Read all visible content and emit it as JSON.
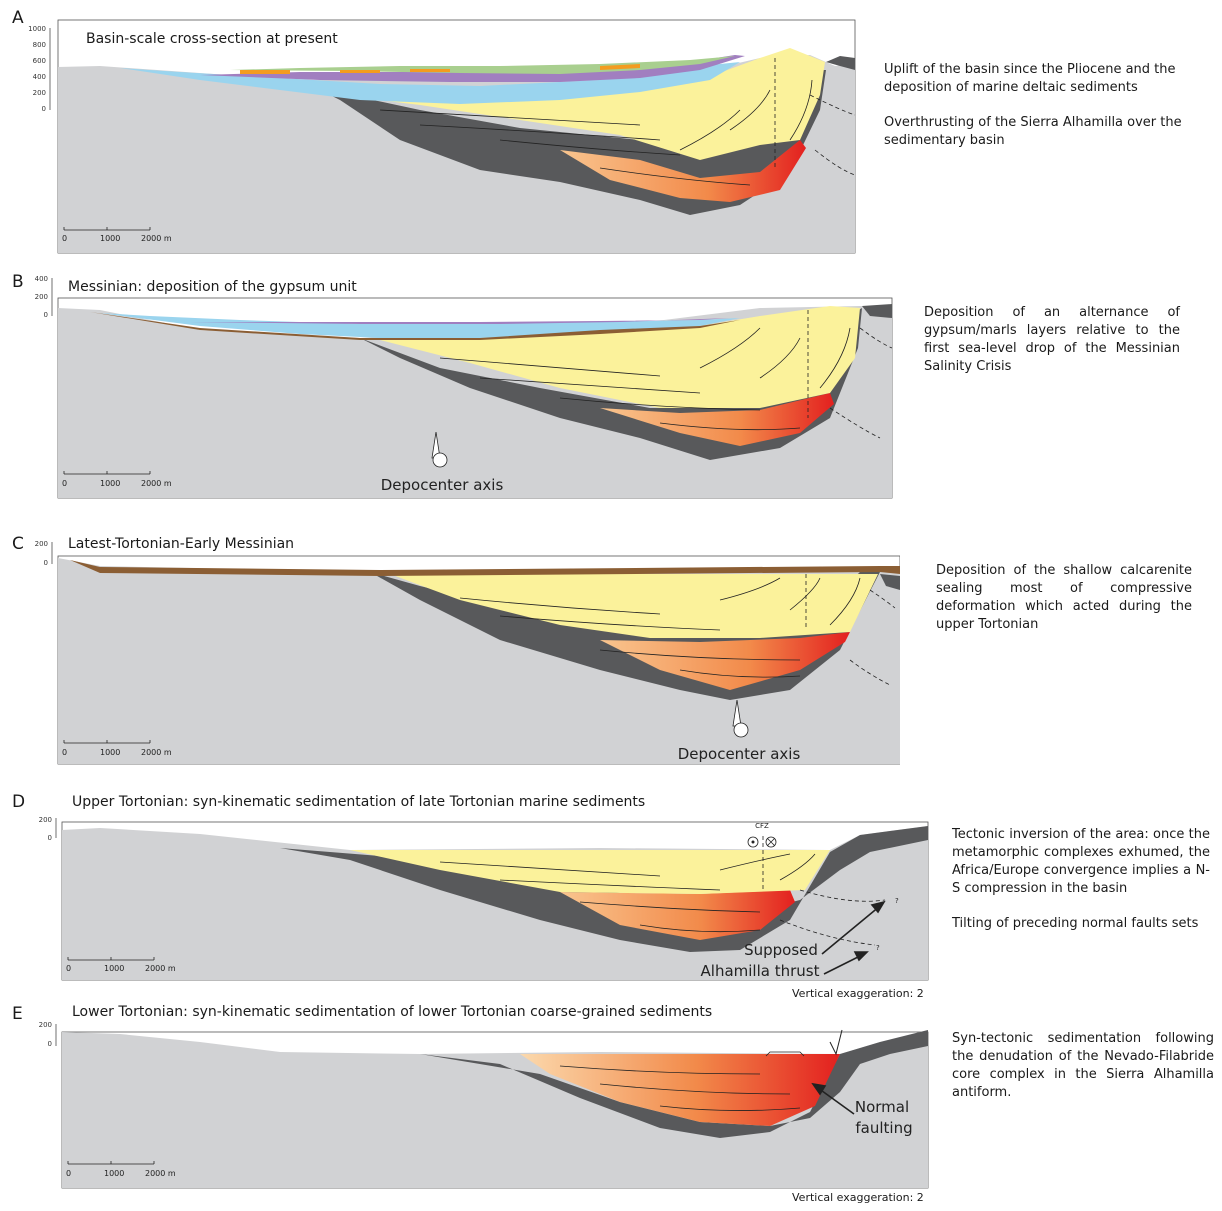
{
  "panels": [
    {
      "letter": "A",
      "title": "Basin-scale cross-section at present",
      "depth_ticks": [
        "1000",
        "800",
        "600",
        "400",
        "200",
        "0"
      ],
      "scale_bar": [
        "0",
        "1000",
        "2000 m"
      ],
      "description": [
        "Uplift of the basin since the Pliocene and the deposition of marine deltaic sediments",
        "Overthrusting of the Sierra Alhamilla over the sedimentary basin"
      ]
    },
    {
      "letter": "B",
      "title": "Messinian: deposition of the gypsum unit",
      "depth_ticks": [
        "400",
        "200",
        "0"
      ],
      "scale_bar": [
        "0",
        "1000",
        "2000 m"
      ],
      "annotation": "Depocenter axis",
      "description": [
        "Deposition of an alternance of gypsum/marls layers relative to the first sea-level drop of the Messinian Salinity Crisis"
      ]
    },
    {
      "letter": "C",
      "title": "Latest-Tortonian-Early Messinian",
      "depth_ticks": [
        "200",
        "0"
      ],
      "scale_bar": [
        "0",
        "1000",
        "2000 m"
      ],
      "annotation": "Depocenter axis",
      "description": [
        "Deposition of the shallow calcarenite sealing most of compressive deformation which acted during the upper Tortonian"
      ]
    },
    {
      "letter": "D",
      "title": "Upper Tortonian: syn-kinematic sedimentation of late Tortonian marine sediments",
      "depth_ticks": [
        "200",
        "0"
      ],
      "scale_bar": [
        "0",
        "1000",
        "2000 m"
      ],
      "fault_label": "CFZ",
      "annotation_lines": [
        "Supposed",
        "Alhamilla thrust"
      ],
      "question_mark": "?",
      "vertical_exaggeration": "Vertical exaggeration: 2",
      "description": [
        "Tectonic inversion of the area: once the metamorphic complexes exhumed, the Africa/Europe convergence implies a N-S compression in the basin",
        "Tilting of preceding normal faults sets"
      ]
    },
    {
      "letter": "E",
      "title": "Lower Tortonian: syn-kinematic sedimentation of lower Tortonian coarse-grained sediments",
      "depth_ticks": [
        "200",
        "0"
      ],
      "scale_bar": [
        "0",
        "1000",
        "2000 m"
      ],
      "annotation_lines": [
        "Normal",
        "faulting"
      ],
      "vertical_exaggeration": "Vertical exaggeration: 2",
      "description": [
        "Syn-tectonic sedimentation following the denudation of the Nevado-Filabride core complex in the Sierra Alhamilla antiform."
      ]
    }
  ],
  "colors": {
    "basement": "#d1d2d4",
    "basal_unit": "#58595b",
    "yellow_unit": "#fbf29b",
    "red_unit": "#e3201f",
    "orange_unit": "#f7a86b",
    "blue_unit": "#9ad4ee",
    "purple_unit": "#a17fc0",
    "green_unit": "#a9cf8f",
    "orange_top": "#f39c20",
    "calcarenite": "#8b5e34"
  }
}
